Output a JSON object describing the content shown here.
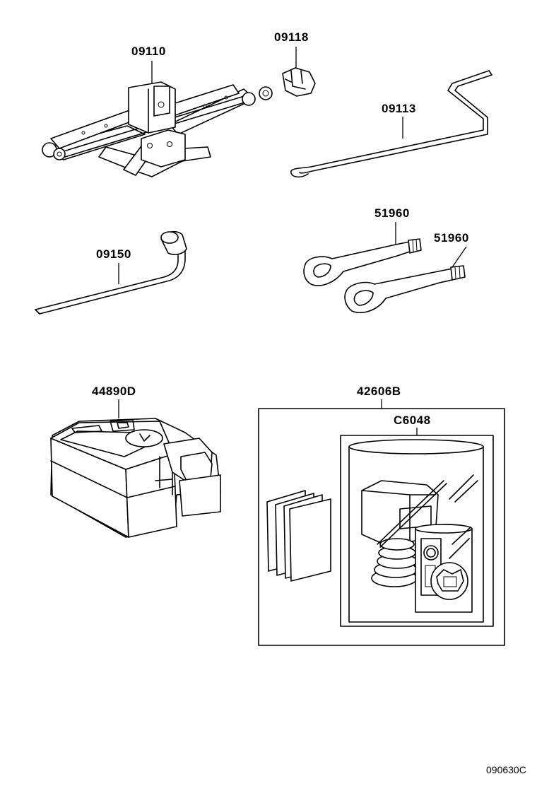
{
  "diagram": {
    "parts": [
      {
        "id": "jack",
        "number": "09110"
      },
      {
        "id": "jack-handle-adapter",
        "number": "09118"
      },
      {
        "id": "jack-handle",
        "number": "09113"
      },
      {
        "id": "wheel-nut-wrench",
        "number": "09150"
      },
      {
        "id": "towing-eye-1",
        "number": "51960"
      },
      {
        "id": "towing-eye-2",
        "number": "51960"
      },
      {
        "id": "tool-case",
        "number": "44890D"
      },
      {
        "id": "tire-repair-kit",
        "number": "42606B"
      },
      {
        "id": "sealant-bottle",
        "number": "C6048"
      }
    ],
    "diagram_code": "090630C"
  }
}
